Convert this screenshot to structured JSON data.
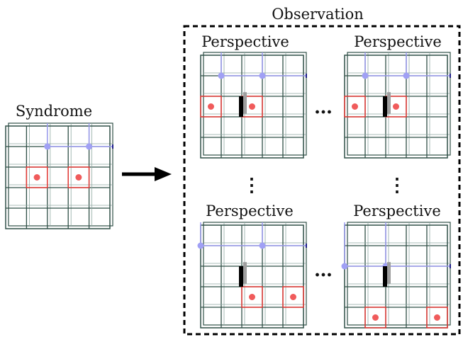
{
  "labels": {
    "syndrome": "Syndrome",
    "observation": "Observation",
    "perspective": "Perspective",
    "ellipsis_horizontal": "…",
    "ellipsis_vertical": "⋮"
  },
  "colors": {
    "grid_line": "#2f4f46",
    "grid_inner": "#8fa8a2",
    "defect_dot": "#f05b5b",
    "defect_box": "#e53935",
    "blue_line": "#9b9bf0",
    "blue_dot": "#a0a0f5",
    "edge_line": "#1f1f8a",
    "marker_black": "#000000",
    "marker_gray": "#9e9e9e",
    "arrow": "#000000",
    "dashed_border": "#000000"
  },
  "grids": {
    "syndrome": {
      "defects": [
        [
          1,
          2
        ],
        [
          3,
          2
        ]
      ],
      "blue_dots": [
        [
          2,
          1
        ],
        [
          4,
          1
        ]
      ],
      "has_marker": false
    },
    "perspectives": [
      {
        "id": "top-left",
        "defects": [
          [
            0,
            2
          ],
          [
            2,
            2
          ]
        ],
        "blue_dots": [
          [
            1,
            1
          ],
          [
            3,
            1
          ]
        ],
        "has_marker": true
      },
      {
        "id": "top-right",
        "defects": [
          [
            0,
            2
          ],
          [
            2,
            2
          ]
        ],
        "blue_dots": [
          [
            1,
            1
          ],
          [
            3,
            1
          ]
        ],
        "has_marker": true
      },
      {
        "id": "bottom-left",
        "defects": [
          [
            2,
            3
          ],
          [
            4,
            3
          ]
        ],
        "blue_dots": [
          [
            0,
            1
          ],
          [
            3,
            1
          ]
        ],
        "has_marker": true
      },
      {
        "id": "bottom-right",
        "defects": [
          [
            1,
            4
          ],
          [
            4,
            4
          ]
        ],
        "blue_dots": [
          [
            0,
            2
          ],
          [
            2,
            2
          ]
        ],
        "has_marker": true
      }
    ]
  }
}
